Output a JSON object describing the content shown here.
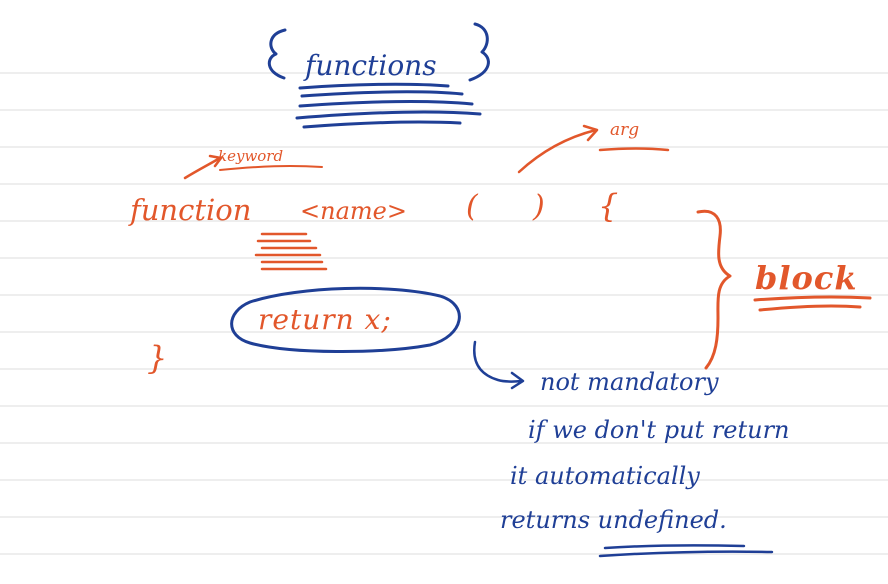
{
  "colors": {
    "paper": "#ffffff",
    "rule_line": "#dcdcdc",
    "blue_ink": "#1f3f96",
    "orange_ink": "#e2572b"
  },
  "title": "functions",
  "labels": {
    "keyword": "keyword",
    "arg": "arg",
    "block": "block"
  },
  "syntax": {
    "keyword": "function",
    "name": "<name>",
    "paren_open": "(",
    "paren_close": ")",
    "brace_open": "{",
    "return_statement": "return   x;",
    "brace_close": "}"
  },
  "note": {
    "lines": [
      "not mandatory",
      "if we don't put return",
      "it automatically",
      "returns undefined."
    ]
  }
}
